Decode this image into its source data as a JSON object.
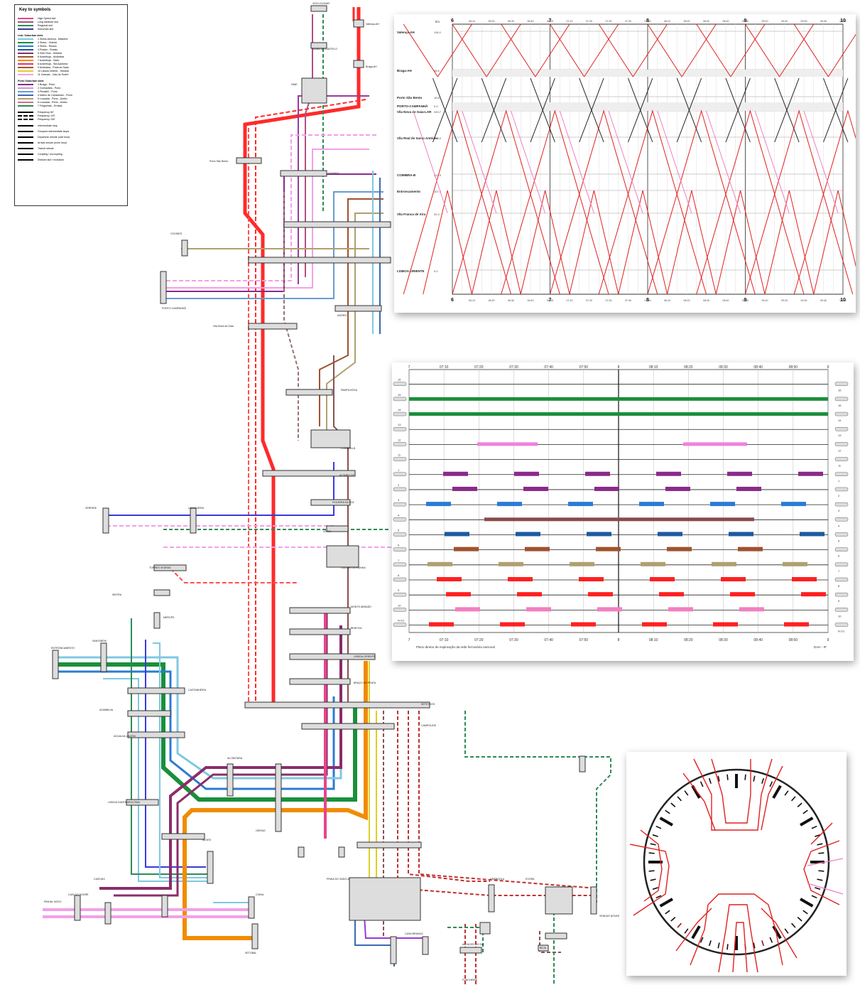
{
  "key": {
    "title": "Key to symbols",
    "service_types": [
      {
        "label": "High Speed slot",
        "color": "#e8448a"
      },
      {
        "label": "Long distance slot",
        "color": "#9a5a7a"
      },
      {
        "label": "Regional slot",
        "color": "#2e8b57"
      },
      {
        "label": "Suburban slot",
        "color": "#3a3aa0"
      }
    ],
    "lisbon_header": "Lisb. Suburban slots",
    "lisbon_lines": [
      {
        "label": "1 Sintra-Alverca - Malveira",
        "color": "#7ec8e3"
      },
      {
        "label": "2 Sintra - Oriente",
        "color": "#1a8f3a"
      },
      {
        "label": "3 Sintra - Rossio",
        "color": "#2a7bd5"
      },
      {
        "label": "4 Rossio - Rossio",
        "color": "#1c5aa0"
      },
      {
        "label": "5 Sete Rios - Setúbal",
        "color": "#8b2c6a"
      },
      {
        "label": "6 Azambuja - Alcântara",
        "color": "#a0522d"
      },
      {
        "label": "7 Azambuja - Sado",
        "color": "#f08c00"
      },
      {
        "label": "8 Azambuja - Sta Apolónia",
        "color": "#d43a7a"
      },
      {
        "label": "9 Alcântara - Praia do Sado",
        "color": "#b05030"
      },
      {
        "label": "10 Lisboa Oriente - Setúbal",
        "color": "#e0d020"
      },
      {
        "label": "11 Cascais - Cais do Sodré",
        "color": "#f2a0e8"
      }
    ],
    "porto_header": "Porto Suburban slots",
    "porto_lines": [
      {
        "label": "1 Braga - Porto",
        "color": "#8a2a8a"
      },
      {
        "label": "2 Guimarães - Porto",
        "color": "#c0a0d0"
      },
      {
        "label": "3 Penafiel - Porto",
        "color": "#6a9ad0"
      },
      {
        "label": "4 Marco de Canaveses - Porto",
        "color": "#3a6ab0"
      },
      {
        "label": "5 Lousada - Porto - Aveiro",
        "color": "#b0a070"
      },
      {
        "label": "6 Lousada - Porto - Aveiro",
        "color": "#d07090"
      },
      {
        "label": "7 Felgueiras - Ermida",
        "color": "#2e8b57"
      }
    ],
    "frequency": [
      "Frequency 60'",
      "Frequency 120'",
      "Frequency 240'"
    ],
    "symbols": [
      "Intermediate stop",
      "Grouped intermediate stops",
      "Departure minute (odd hour)",
      "Arrival minute (even hour)",
      "Transit minute",
      "Coupling / uncoupling",
      "Division slot / exclusion"
    ]
  },
  "map": {
    "stations": [
      {
        "label": "VIGO-GUIXAR"
      },
      {
        "label": "Valença-AH"
      },
      {
        "label": "VIANA DO CASTELO"
      },
      {
        "label": "Braga-AH"
      },
      {
        "label": "NINE"
      },
      {
        "label": "Porto São Bento"
      },
      {
        "label": "CUSADO"
      },
      {
        "label": "COVIDES"
      },
      {
        "label": "PORTO CAMPANHÃ"
      },
      {
        "label": "Vila Nova de Gaia"
      },
      {
        "label": "AVEIRO"
      },
      {
        "label": "PAMPILHOSA"
      },
      {
        "label": "COIMBRA-B"
      },
      {
        "label": "ALFARELOS"
      },
      {
        "label": "FIGUEIRA DA FOZ"
      },
      {
        "label": "VERRIDE"
      },
      {
        "label": "LARANJEIRA"
      },
      {
        "label": "LEIRIA"
      },
      {
        "label": "CALDAS DA RAINHA"
      },
      {
        "label": "TORRES VEDRAS"
      },
      {
        "label": "SINTRA"
      },
      {
        "label": "MERCÊS"
      },
      {
        "label": "ENTRONCAMENTO"
      },
      {
        "label": "SANTARÉM"
      },
      {
        "label": "CASTANHEIRA"
      },
      {
        "label": "AZAMBUJA"
      },
      {
        "label": "AGUALVA-CACÉM"
      },
      {
        "label": "MONTE ABRAÃO"
      },
      {
        "label": "BENFICA"
      },
      {
        "label": "LISBOA-ORIENTE"
      },
      {
        "label": "BRAÇO DE PRATA"
      },
      {
        "label": "SETE RIOS"
      },
      {
        "label": "CAMPOLIDE"
      },
      {
        "label": "ALCÂNTARA"
      },
      {
        "label": "LISBOA-SANTA APOLÓNIA"
      },
      {
        "label": "ALGÉS"
      },
      {
        "label": "OEIRAS"
      },
      {
        "label": "CASCAIS"
      },
      {
        "label": "CAIS DO SODRÉ"
      },
      {
        "label": "PINHAL NOVO"
      },
      {
        "label": "COINA"
      },
      {
        "label": "SETÚBAL"
      },
      {
        "label": "PRAIA DO SADO-A"
      },
      {
        "label": "CASA BRANCA"
      },
      {
        "label": "EVORA"
      },
      {
        "label": "VENDAS NOVAS"
      },
      {
        "label": "GRÂNDOLA"
      },
      {
        "label": "ALCÁCER DO SAL"
      },
      {
        "label": "FUNCHEIRA"
      },
      {
        "label": "BEJA"
      }
    ]
  },
  "stringline": {
    "hours": [
      "6",
      "7",
      "8",
      "9",
      "10"
    ],
    "minute_ticks": [
      "06:10",
      "06:20",
      "06:30",
      "06:40",
      "06:50",
      "07:10",
      "07:20",
      "07:30",
      "07:40",
      "07:50",
      "08:10",
      "08:20",
      "08:30",
      "08:40",
      "08:50",
      "09:10",
      "09:20",
      "09:30",
      "09:40",
      "09:50"
    ],
    "km_header": "km",
    "stations": [
      {
        "label": "Valença-AH",
        "km": "116.0"
      },
      {
        "label": "Braga-AH",
        "km": "88.5"
      },
      {
        "label": "Porto São Bento",
        "km": "16.8"
      },
      {
        "label": "PORTO-CAMPANHÃ",
        "km": "0.0"
      },
      {
        "label": "Vila Nova de Gaia-LAR",
        "km": "333.7"
      },
      {
        "label": "Vila Real de Santo António",
        "km": "318.0"
      },
      {
        "label": "COIMBRA-B",
        "km": "221.0"
      },
      {
        "label": "Entroncamento",
        "km": "107.3"
      },
      {
        "label": "Vila Franca de Xira",
        "km": "32.4"
      },
      {
        "label": "LISBOA-ORIENTE",
        "km": "0.0"
      }
    ]
  },
  "occupation": {
    "top_ticks": [
      "7",
      "07:10",
      "07:20",
      "07:30",
      "07:40",
      "07:50",
      "8",
      "08:10",
      "08:20",
      "08:30",
      "08:40",
      "08:50",
      "9"
    ],
    "track_numbers": [
      "16",
      "15",
      "14",
      "13",
      "12",
      "11",
      "1",
      "2",
      "3",
      "4",
      "5",
      "6",
      "7",
      "8",
      "9",
      "10",
      "N.O1"
    ],
    "footer": "Plano diretor de exploração da rede ferroviária nacional",
    "footer_right": "DAH - IP"
  }
}
